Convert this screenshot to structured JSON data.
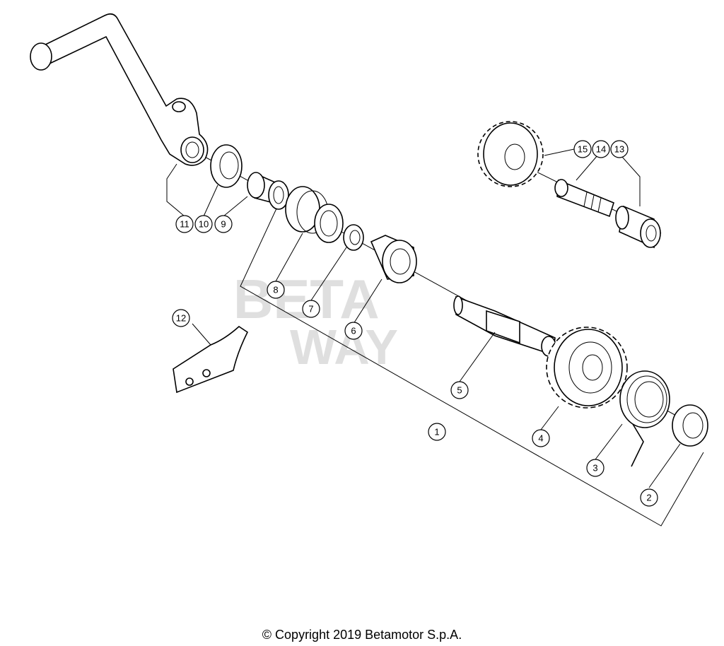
{
  "diagram": {
    "callouts": [
      "1",
      "2",
      "3",
      "4",
      "5",
      "6",
      "7",
      "8",
      "9",
      "10",
      "11",
      "12",
      "13",
      "14",
      "15"
    ],
    "watermark": [
      "BETA",
      "WAY"
    ]
  },
  "footer": {
    "copyright": "© Copyright 2019 Betamotor S.p.A."
  }
}
